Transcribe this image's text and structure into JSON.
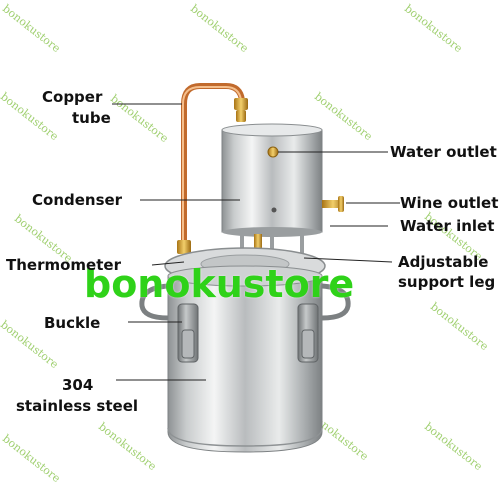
{
  "labels": {
    "copper_tube_line1": "Copper",
    "copper_tube_line2": "tube",
    "water_outlet": "Water outlet",
    "condenser": "Condenser",
    "wine_outlet": "Wine outlet",
    "water_inlet": "Water inlet",
    "thermometer": "Thermometer",
    "adjustable_line1": "Adjustable",
    "adjustable_line2": "support leg",
    "buckle": "Buckle",
    "steel_line1": "304",
    "steel_line2": "stainless steel"
  },
  "watermark": {
    "text": "bonokustore",
    "color": "#7fbf3f"
  },
  "brand_overlay": {
    "text": "bonokustore",
    "color": "#2fd219"
  }
}
